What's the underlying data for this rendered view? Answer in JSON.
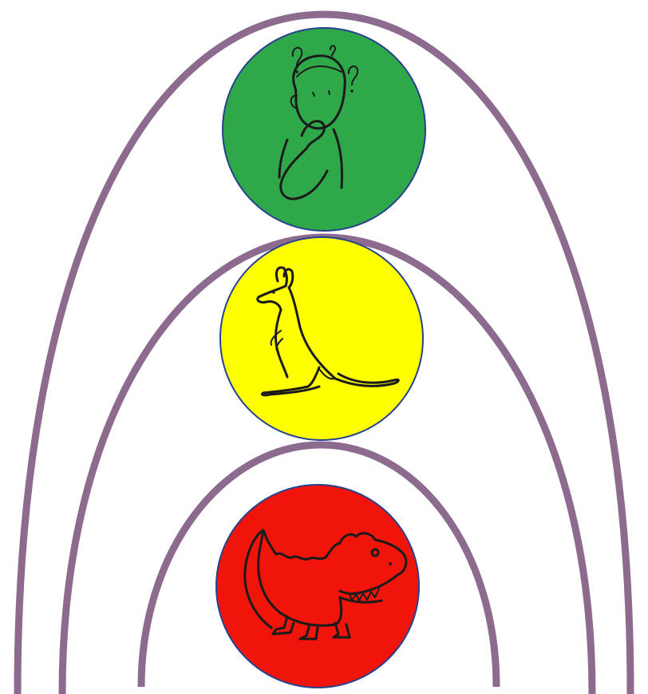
{
  "colors": {
    "background": "#ffffff",
    "arch": "#8c6b8e",
    "zone_green": "#2fa84a",
    "zone_yellow": "#ffff00",
    "zone_red": "#f0140a",
    "circle_outline": "#25418f",
    "drawing_line": "#1b1b1b"
  },
  "zones": [
    {
      "level": "outer",
      "color_key": "zone_green",
      "icon": "thinking-person-icon"
    },
    {
      "level": "middle",
      "color_key": "zone_yellow",
      "icon": "kangaroo-icon"
    },
    {
      "level": "inner",
      "color_key": "zone_red",
      "icon": "crocodile-icon"
    }
  ]
}
